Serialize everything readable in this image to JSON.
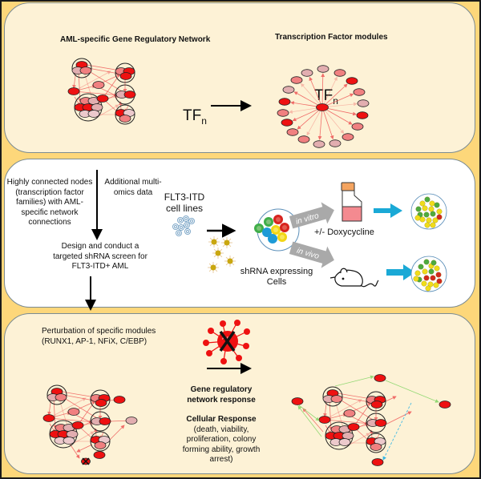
{
  "panel_top": {
    "left_title": "AML-specific Gene Regulatory Network",
    "right_title": "Transcription Factor modules",
    "tf_label_main": "TF",
    "tf_label_sub": "n"
  },
  "panel_middle": {
    "left_text": "Highly connected nodes (transcription factor families) with AML-specific network connections",
    "left_text_lines": [
      "Highly connected nodes",
      "(transcription factor",
      "families) with AML-",
      "specific network",
      "connections"
    ],
    "multiomics_lines": [
      "Additional multi-",
      "omics data"
    ],
    "design_lines": [
      "Design and conduct a",
      "targeted shRNA screen for",
      "FLT3-ITD+ AML"
    ],
    "cell_lines_label": [
      "FLT3-ITD",
      "cell lines"
    ],
    "shrna_label": [
      "shRNA expressing",
      "Cells"
    ],
    "in_vitro_label": "in vitro",
    "in_vivo_label": "in vivo",
    "doxycycline_label": "+/- Doxycycline"
  },
  "panel_bottom": {
    "perturbation_lines": [
      "Perturbation of specific modules",
      "(RUNX1, AP-1, NFiX, C/EBP)"
    ],
    "grn_response_lines": [
      "Gene regulatory",
      "network response"
    ],
    "cellular_response_title": "Cellular Response",
    "cellular_response_lines": [
      "(death, viability,",
      "proliferation, colony",
      "forming ability, growth",
      "arrest)"
    ]
  },
  "colors": {
    "node_red": "#ee1111",
    "node_salmon": "#f08080",
    "node_pink": "#e2aeb0",
    "node_lightpink": "#ecc9cc",
    "edge_red": "#ee5555",
    "edge_green": "#88d66a",
    "edge_blue_dashed": "#33b5e5",
    "panel_beige": "#fdf2d6",
    "panel_white": "#ffffff",
    "background_yellow": "#fdd77a",
    "cyan_arrow": "#1aa9d6",
    "gray_arrow": "#a9a9a9",
    "flask_cap": "#f4a460",
    "flask_fill": "#f48a90"
  }
}
